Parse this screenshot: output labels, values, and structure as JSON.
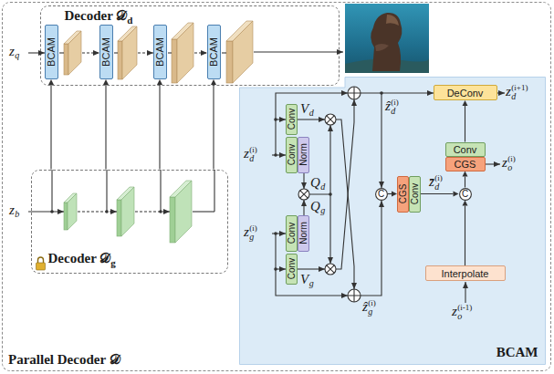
{
  "diagram": {
    "nodes": [
      {
        "text": [
          "Parallel Decoder 𝒟"
        ]
      },
      {
        "text": [
          "Decoder 𝒟",
          "d"
        ],
        "in": 0
      },
      {
        "text": [
          "BCAM"
        ],
        "in": 1
      },
      {
        "text": [
          "BCAM"
        ],
        "in": 1
      },
      {
        "text": [
          "BCAM"
        ],
        "in": 1
      },
      {
        "text": [
          "BCAM"
        ],
        "in": 1
      },
      {
        "text": [
          "Decoder 𝒟",
          "g"
        ],
        "in": 0
      },
      {
        "text": [
          "BCAM"
        ],
        "in": 0
      },
      {
        "text": [
          "Conv"
        ],
        "in": 7
      },
      {
        "text": [
          "Conv"
        ],
        "in": 7
      },
      {
        "text": [
          "Norm"
        ],
        "in": 7
      },
      {
        "text": [
          "Norm"
        ],
        "in": 7
      },
      {
        "text": [
          "Conv"
        ],
        "in": 7
      },
      {
        "text": [
          "Conv"
        ],
        "in": 7
      },
      {
        "text": [
          "C"
        ],
        "in": 7
      },
      {
        "text": [
          "CGS"
        ],
        "in": 7
      },
      {
        "text": [
          "Conv"
        ],
        "in": 7
      },
      {
        "text": [
          "C"
        ],
        "in": 7
      },
      {
        "text": [
          "Interpolate"
        ],
        "in": 7
      },
      {
        "text": [
          "CGS"
        ],
        "in": 7
      },
      {
        "text": [
          "Conv"
        ],
        "in": 7
      },
      {
        "text": [
          "DeConv"
        ],
        "in": 7
      }
    ],
    "edges": [
      {
        "from": 6,
        "to": 2,
        "arrow": "to"
      },
      {
        "from": 6,
        "to": 3,
        "arrow": "to"
      },
      {
        "from": 6,
        "to": 4,
        "arrow": "to"
      },
      {
        "from": 6,
        "to": 5,
        "arrow": "to"
      },
      {
        "from": 14,
        "to": 15,
        "arrow": "to"
      },
      {
        "from": 16,
        "to": 17,
        "arrow": "to"
      },
      {
        "from": 18,
        "to": 17,
        "arrow": "to"
      },
      {
        "from": 17,
        "to": 19,
        "arrow": "to"
      },
      {
        "from": 20,
        "to": 21,
        "arrow": "to"
      }
    ],
    "labels": [
      "z",
      "q",
      "z",
      "b",
      "z",
      "d",
      "(i)",
      "z",
      "g",
      "(i)",
      "V",
      "d",
      "Q",
      "d",
      "Q",
      "g",
      "V",
      "g",
      "ẑ",
      "d",
      "(i)",
      "ẑ",
      "g",
      "(i)",
      "z",
      "d",
      "(i+1)",
      "z",
      "o",
      "(i)",
      "z",
      "o",
      "(i-1)",
      "z̄",
      "d",
      "(i)"
    ]
  }
}
